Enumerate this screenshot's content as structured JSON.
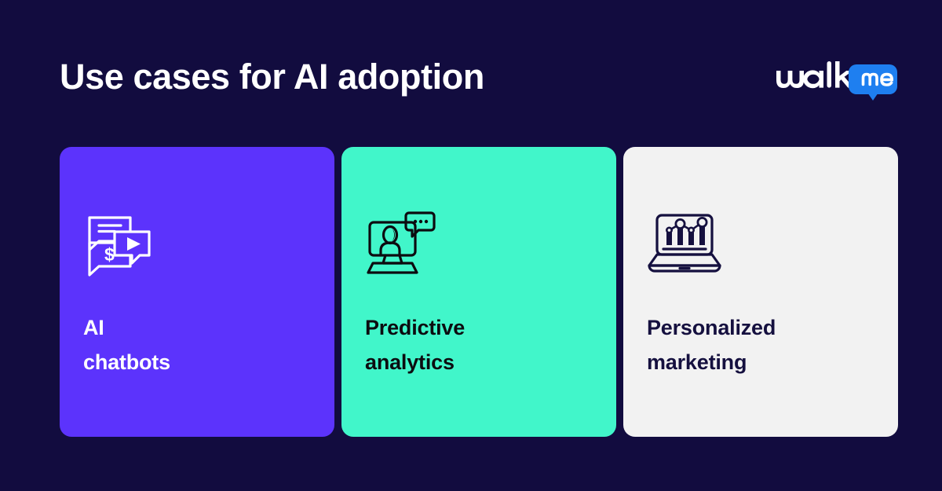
{
  "header": {
    "title": "Use cases for AI adoption",
    "logo": {
      "word_mark": "walk",
      "bubble_text": "me",
      "name": "walkme-logo",
      "bubble_color": "#1E7FF0",
      "word_color": "#FFFFFF"
    }
  },
  "theme": {
    "background": "#120C3F",
    "title_color": "#FFFFFF"
  },
  "cards": [
    {
      "label": "AI\nchatbots",
      "icon": "chat-bubbles-icon",
      "background": "#5C33FC",
      "text_color": "#FFFFFF",
      "icon_color": "#FFFFFF"
    },
    {
      "label": "Predictive\nanalytics",
      "icon": "monitor-person-chat-icon",
      "background": "#41F6CA",
      "text_color": "#0C0C10",
      "icon_color": "#0C0C10"
    },
    {
      "label": "Personalized\nmarketing",
      "icon": "laptop-chart-icon",
      "background": "#F2F2F2",
      "text_color": "#15103F",
      "icon_color": "#15103F"
    }
  ]
}
